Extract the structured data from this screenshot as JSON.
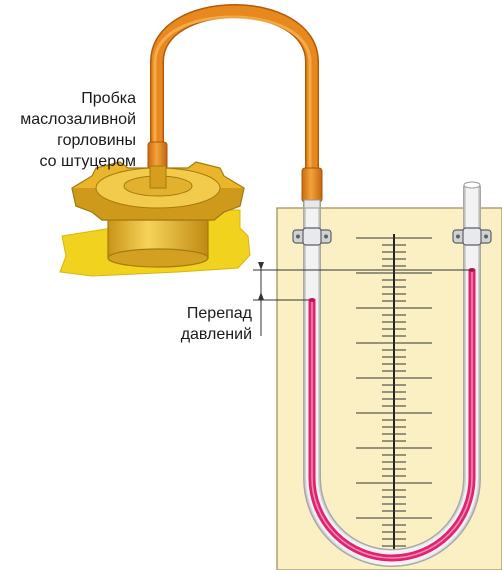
{
  "labels": {
    "cap": [
      "Пробка",
      "маслозаливной",
      "горловины",
      "со штуцером"
    ],
    "pressure_difference": [
      "Перепад",
      "давлений"
    ]
  },
  "colors": {
    "hose": "#e0871c",
    "cap": "#eab52a",
    "oil": "#f1d21e",
    "board": "#fbf0c4",
    "liquid": "#e0236e",
    "glass_tube": "#ececec"
  },
  "icons": {
    "cap": "filler-cap-with-fitting-icon",
    "hose": "rubber-hose-icon",
    "manometer": "u-tube-manometer-icon"
  }
}
